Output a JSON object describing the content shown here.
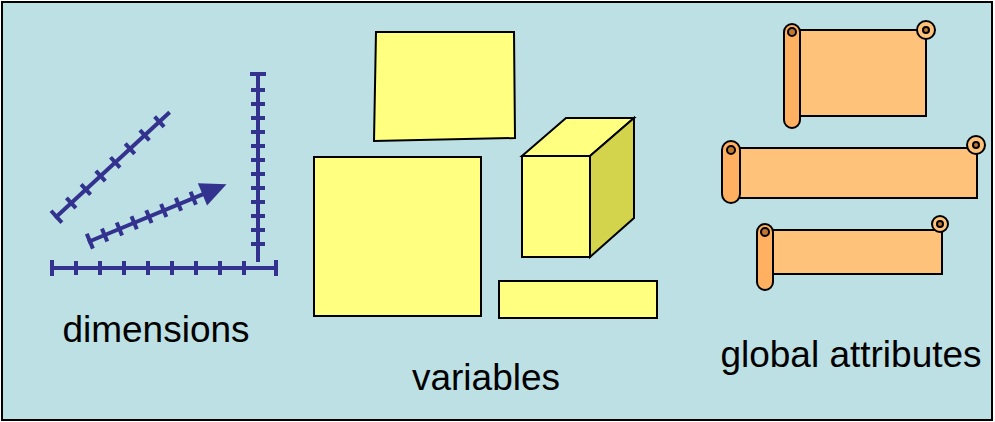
{
  "diagram": {
    "labels": [
      "dimensions",
      "variables",
      "global attributes"
    ]
  }
}
